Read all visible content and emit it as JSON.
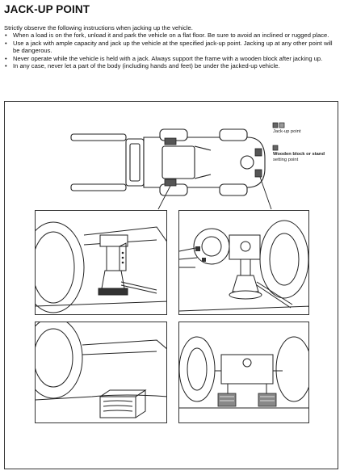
{
  "page": {
    "title": "JACK-UP POINT",
    "intro": "Strictly observe the following instructions when jacking up the vehicle.",
    "bullets": [
      "When a load is on the fork, unload it and park the vehicle on a flat floor. Be sure to avoid an inclined or rugged place.",
      "Use a jack with ample capacity and jack up the vehicle at the specified jack-up point. Jacking up at any other point will be dangerous.",
      "Never operate while the vehicle is held with a jack. Always support the frame with a wooden block after jacking up.",
      "In any case, never let a part of the body (including hands and feet) be under the jacked-up vehicle."
    ]
  },
  "figure": {
    "legend": {
      "jackup_label": "Jack-up point",
      "block_label_line1": "Wooden block or stand",
      "block_label_line2": "setting point"
    }
  }
}
